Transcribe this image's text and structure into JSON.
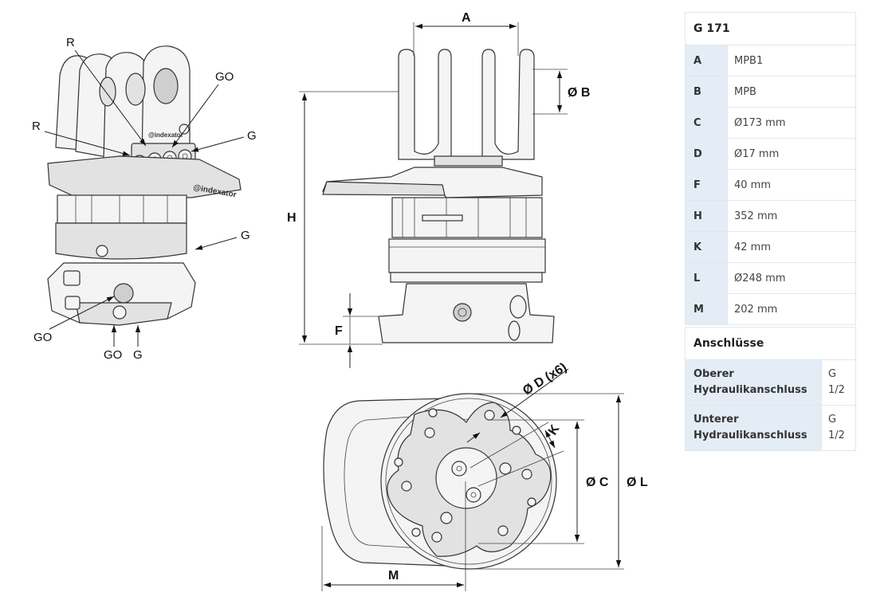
{
  "product": {
    "model": "G 171"
  },
  "spec_table": {
    "header": "G 171",
    "rows": [
      {
        "key": "A",
        "value": "MPB1"
      },
      {
        "key": "B",
        "value": "MPB"
      },
      {
        "key": "C",
        "value": "Ø173 mm"
      },
      {
        "key": "D",
        "value": "Ø17 mm"
      },
      {
        "key": "F",
        "value": "40 mm"
      },
      {
        "key": "H",
        "value": "352 mm"
      },
      {
        "key": "K",
        "value": "42 mm"
      },
      {
        "key": "L",
        "value": "Ø248 mm"
      },
      {
        "key": "M",
        "value": "202 mm"
      }
    ]
  },
  "connections_table": {
    "header": "Anschlüsse",
    "rows": [
      {
        "key": "Oberer Hydraulikanschluss",
        "value": "G 1/2"
      },
      {
        "key": "Unterer Hydraulikanschluss",
        "value": "G 1/2"
      }
    ]
  },
  "iso_view": {
    "callouts": [
      "R",
      "R",
      "GO",
      "G",
      "G",
      "GO",
      "GO",
      "G"
    ],
    "brand_mark": "@indexator"
  },
  "side_view": {
    "dimensions": {
      "A": "A",
      "B": "Ø B",
      "H": "H",
      "F": "F"
    }
  },
  "top_view": {
    "dimensions": {
      "D": "Ø D (x6)",
      "K": "K",
      "C": "Ø C",
      "L": "Ø L",
      "M": "M"
    }
  }
}
